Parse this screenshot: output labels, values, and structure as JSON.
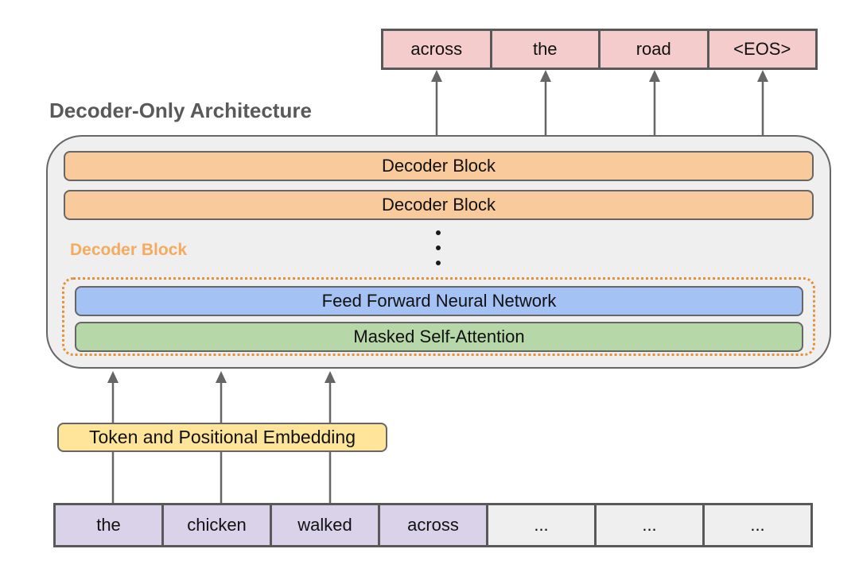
{
  "title": "Decoder-Only Architecture",
  "output_row": {
    "cells": [
      "across",
      "the",
      "road",
      "<EOS>"
    ]
  },
  "decoder_container": {
    "decoder_block_1": "Decoder Block",
    "decoder_block_2": "Decoder Block",
    "decoder_block_label": "Decoder Block",
    "feed_forward_label": "Feed Forward Neural Network",
    "masked_attention_label": "Masked Self-Attention"
  },
  "embedding": {
    "label": "Token and Positional Embedding"
  },
  "input_row": {
    "cells": [
      "the",
      "chicken",
      "walked",
      "across",
      "...",
      "...",
      "..."
    ]
  },
  "colors": {
    "output_cell_fill": "#f4cccc",
    "decoder_block_fill": "#f9cb9c",
    "feed_forward_fill": "#a4c2f4",
    "masked_attention_fill": "#b6d7a8",
    "embedding_fill": "#ffe599",
    "input_token_fill": "#d9d2e9",
    "input_placeholder_fill": "#efefef",
    "container_fill": "#efefef",
    "box_border": "#595959",
    "arrow": "#666666",
    "dotted_outline": "#e69138",
    "decoder_block_label_text": "#f4ab5e",
    "title_text": "#595959"
  }
}
